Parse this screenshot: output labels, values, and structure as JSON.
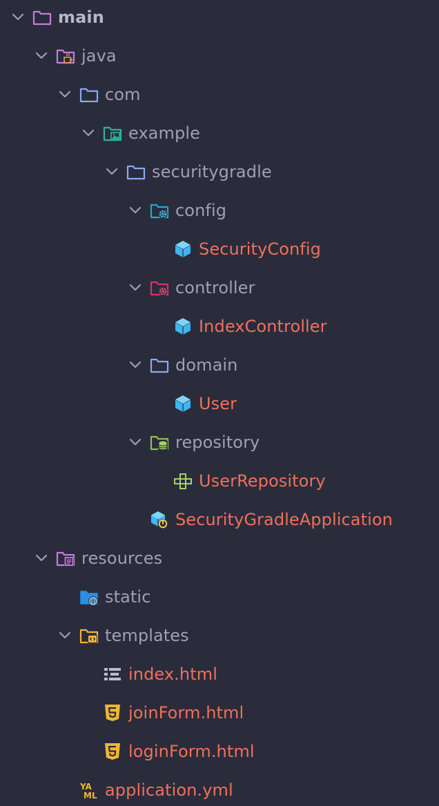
{
  "tree": {
    "main": "main",
    "java": "java",
    "com": "com",
    "example": "example",
    "securitygradle": "securitygradle",
    "config": "config",
    "security_config": "SecurityConfig",
    "controller": "controller",
    "index_controller": "IndexController",
    "domain": "domain",
    "user": "User",
    "repository": "repository",
    "user_repository": "UserRepository",
    "application_class": "SecurityGradleApplication",
    "resources": "resources",
    "static": "static",
    "templates": "templates",
    "index_html": "index.html",
    "join_form_html": "joinForm.html",
    "login_form_html": "loginForm.html",
    "application_yml": "application.yml"
  },
  "icons": {
    "main": "folder-icon",
    "java": "java-folder-icon",
    "com": "folder-icon",
    "example": "image-folder-icon",
    "securitygradle": "folder-icon",
    "config": "config-folder-icon",
    "controller": "controller-folder-icon",
    "domain": "folder-icon",
    "repository": "database-folder-icon",
    "class": "class-cube-icon",
    "interface": "interface-puzzle-icon",
    "application": "spring-app-icon",
    "resources": "resources-folder-icon",
    "static": "web-folder-icon",
    "templates": "templates-folder-icon",
    "html_template": "template-file-icon",
    "html5": "html5-icon",
    "yaml": "yaml-icon"
  },
  "colors": {
    "background": "#2a2c3c",
    "folder_text": "#9ea1b3",
    "file_text": "#f0705a",
    "chevron": "#9aa0b8",
    "folder_blue": "#8aa8f0",
    "folder_purple": "#c77dd8",
    "class_blue": "#3fb6f0"
  }
}
